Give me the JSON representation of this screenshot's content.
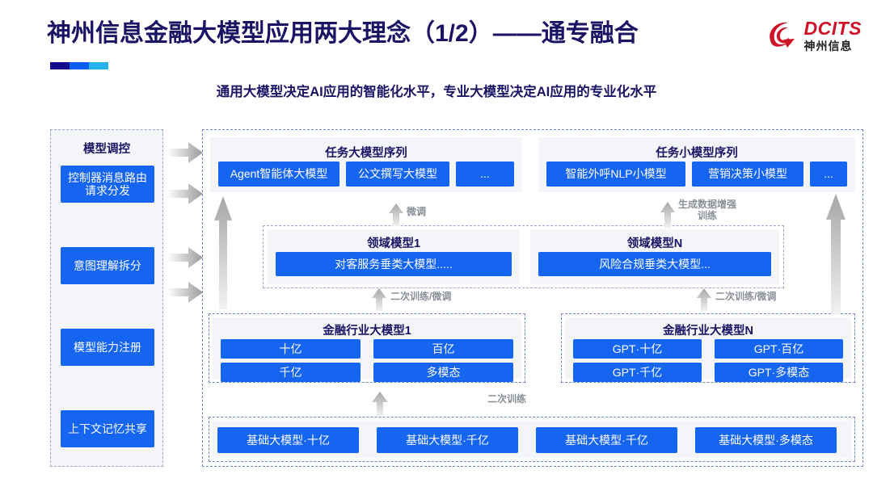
{
  "header": {
    "title": "神州信息金融大模型应用两大理念（1/2）——通专融合",
    "subtitle": "通用大模型决定AI应用的智能化水平，专业大模型决定AI应用的专业化水平",
    "logo_en": "DCITS",
    "logo_cn": "神州信息",
    "accent_colors": [
      "#140a8c",
      "#0b5bf5",
      "#23b2ea"
    ],
    "title_color": "#1b1464",
    "chip_color": "#1565f0"
  },
  "sidebar": {
    "title": "模型调控",
    "items": [
      {
        "label": "控制器消息路由请求分发"
      },
      {
        "label": "意图理解拆分"
      },
      {
        "label": "模型能力注册"
      },
      {
        "label": "上下文记忆共享"
      }
    ]
  },
  "task_sequences": [
    {
      "title": "任务大模型序列",
      "models": [
        "Agent智能体大模型",
        "公文撰写大模型",
        "..."
      ]
    },
    {
      "title": "任务小模型序列",
      "models": [
        "智能外呼NLP小模型",
        "营销决策小模型",
        "..."
      ]
    }
  ],
  "domain_models": [
    {
      "title": "领域模型1",
      "model": "对客服务垂类大模型....."
    },
    {
      "title": "领域模型N",
      "model": "风险合规垂类大模型..."
    }
  ],
  "industry_models": [
    {
      "title": "金融行业大模型1",
      "cells": [
        "十亿",
        "百亿",
        "千亿",
        "多模态"
      ]
    },
    {
      "title": "金融行业大模型N",
      "cells": [
        "GPT·十亿",
        "GPT·百亿",
        "GPT·千亿",
        "GPT·多模态"
      ]
    }
  ],
  "base_models": [
    "基础大模型·十亿",
    "基础大模型·千亿",
    "基础大模型·千亿",
    "基础大模型·多模态"
  ],
  "arrow_labels": {
    "fine_tune": "微调",
    "data_augment": "生成数据增强\n训练",
    "retrain_left": "二次训练/微调",
    "retrain_right": "二次训练/微调",
    "second_train": "二次训练"
  }
}
